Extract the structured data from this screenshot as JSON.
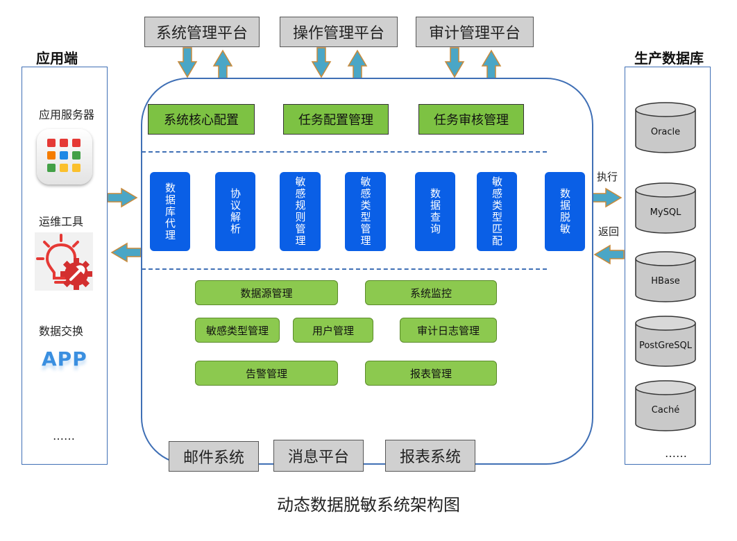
{
  "top_platforms": [
    "系统管理平台",
    "操作管理平台",
    "审计管理平台"
  ],
  "left": {
    "title": "应用端",
    "items": [
      {
        "label": "应用服务器",
        "icon": "app-grid-icon"
      },
      {
        "label": "运维工具",
        "icon": "lightbulb-gear-icon"
      },
      {
        "label": "数据交换",
        "icon": "app-text-icon",
        "icon_text": "APP"
      }
    ],
    "more": "……"
  },
  "right": {
    "title": "生产数据库",
    "databases": [
      "Oracle",
      "MySQL",
      "HBase",
      "PostGreSQL",
      "Caché"
    ],
    "more": "……"
  },
  "core": {
    "config_steps": [
      "系统核心配置",
      "任务配置管理",
      "任务审核管理"
    ],
    "pipeline": [
      "数据库代理",
      "协议解析",
      "敏感规则管理",
      "敏感类型管理",
      "数据查询",
      "敏感类型匹配",
      "数据脱敏"
    ],
    "modules": {
      "datasource": "数据源管理",
      "monitor": "系统监控",
      "sensitive_type": "敏感类型管理",
      "user": "用户管理",
      "audit_log": "审计日志管理",
      "alert": "告警管理",
      "report": "报表管理"
    }
  },
  "flow_labels": {
    "execute": "执行",
    "return": "返回"
  },
  "bottom_systems": [
    "邮件系统",
    "消息平台",
    "报表系统"
  ],
  "caption": "动态数据脱敏系统架构图",
  "colors": {
    "platform_gray": "#d0d0d0",
    "config_green": "#7dc243",
    "module_green": "#8cc94f",
    "pipeline_blue": "#0a5fe6",
    "arrow_teal": "#4aa6c6",
    "arrow_green": "#7dc243",
    "border_blue": "#3f6fb5"
  }
}
